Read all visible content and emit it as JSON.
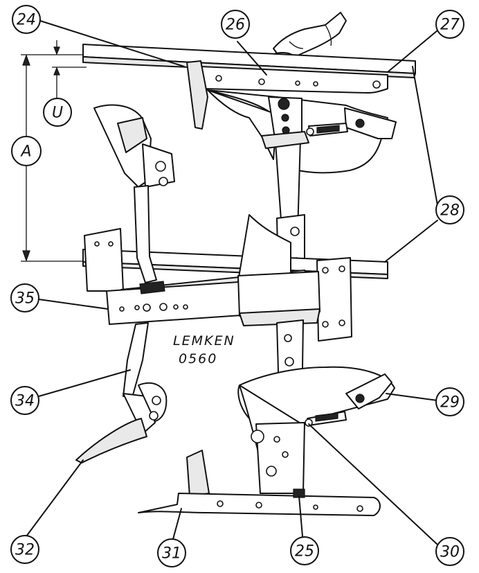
{
  "callouts": {
    "c24": "24",
    "c26": "26",
    "c27": "27",
    "c28": "28",
    "c29": "29",
    "c30": "30",
    "c25": "25",
    "c31": "31",
    "c32": "32",
    "c34": "34",
    "c35": "35",
    "cU": "U",
    "cA": "A"
  },
  "brand": {
    "line1": "LEMKEN",
    "line2": "0560"
  }
}
